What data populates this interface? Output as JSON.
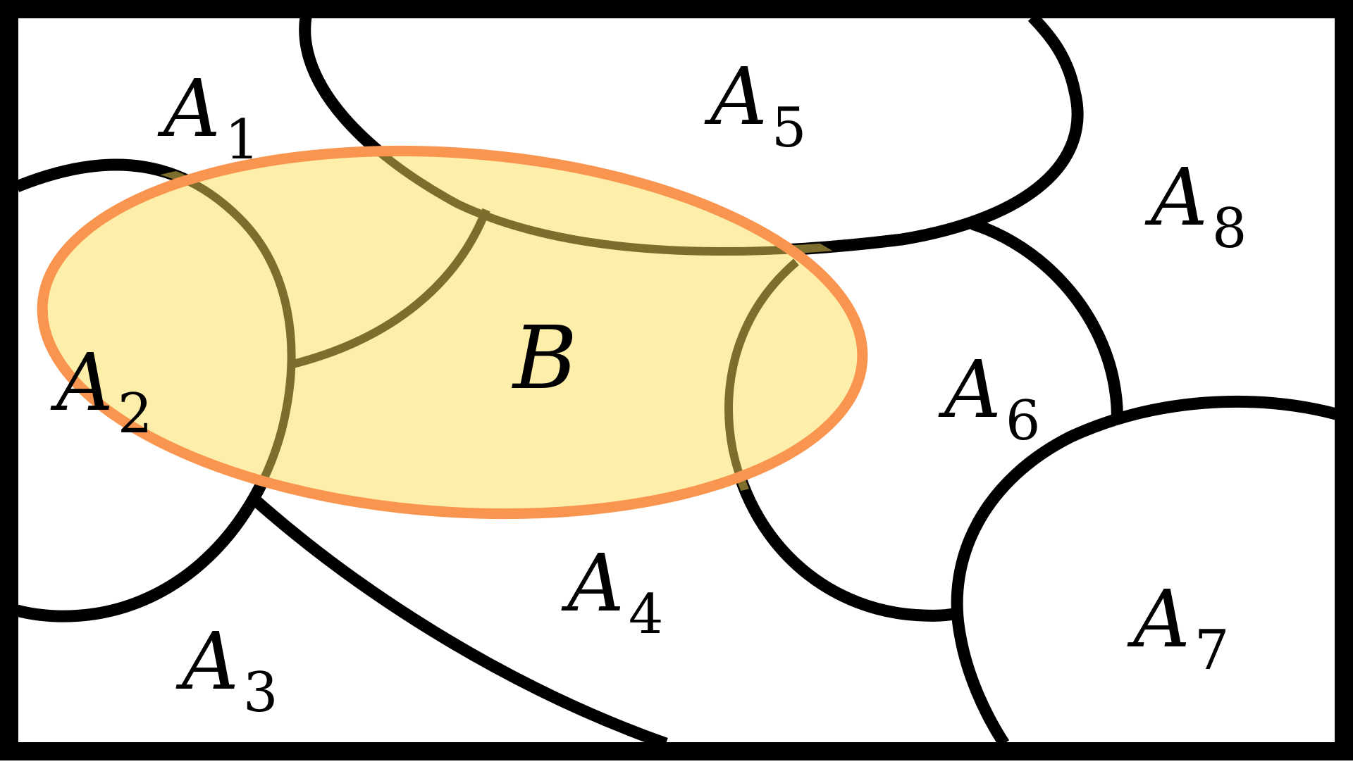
{
  "diagram": {
    "colors": {
      "background": "#ffffff",
      "border": "#000000",
      "partition_stroke": "#000000",
      "event_fill": "#fdeeaa",
      "event_stroke": "#f9954f",
      "inner_stroke": "#7d6e2e"
    },
    "event": {
      "letter": "B"
    },
    "partitions": [
      {
        "letter": "A",
        "index": "1"
      },
      {
        "letter": "A",
        "index": "2"
      },
      {
        "letter": "A",
        "index": "3"
      },
      {
        "letter": "A",
        "index": "4"
      },
      {
        "letter": "A",
        "index": "5"
      },
      {
        "letter": "A",
        "index": "6"
      },
      {
        "letter": "A",
        "index": "7"
      },
      {
        "letter": "A",
        "index": "8"
      }
    ]
  }
}
